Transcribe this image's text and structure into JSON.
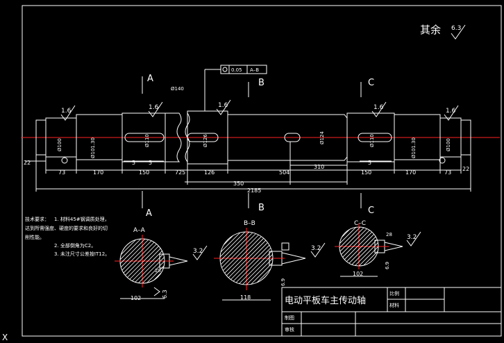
{
  "note": {
    "label": "其余",
    "roughness": "6.3"
  },
  "sections": [
    {
      "letter": "A",
      "name": "A–A"
    },
    {
      "letter": "B",
      "name": "B–B"
    },
    {
      "letter": "C",
      "name": "C–C"
    }
  ],
  "tolerance": {
    "value": "0.05",
    "datum": "A–B"
  },
  "roughness_marks": {
    "r16": "1.6",
    "r32": "3.2",
    "r63": "6.3"
  },
  "diameters": {
    "d100a": "Ø100",
    "d10130a": "Ø101.30",
    "d110a": "Ø110",
    "d140": "Ø140",
    "d126": "Ø126",
    "d124": "Ø124",
    "d110b": "Ø110",
    "d10130b": "Ø101.30",
    "d100b": "Ø100"
  },
  "dims": {
    "d22a": "22",
    "d73a": "73",
    "d170a": "170",
    "d5a": "5",
    "d5b": "5",
    "d150a": "150",
    "d725": "725",
    "d126": "126",
    "d504": "504",
    "d310": "310",
    "d5c": "5",
    "d150b": "150",
    "d170b": "170",
    "d73b": "73",
    "d22b": "22",
    "d350": "350",
    "d2185": "2185",
    "s102a": "102",
    "s118": "118",
    "s102b": "102",
    "s28a": "28",
    "s28b": "28",
    "s69": "6.9",
    "s63": "6.3"
  },
  "requirements": {
    "title": "技术要求：",
    "line1": "1. 材料45#钢调质处理，",
    "line2": "达到所需强度、硬度的要求和良好的切",
    "line3": "削性能。",
    "line4": "2. 全部倒角为C2。",
    "line5": "3. 未注尺寸公差按IT12。"
  },
  "title_block": {
    "title": "电动平板车主传动轴",
    "scale_label": "比例",
    "material_label": "材料",
    "drawn_label": "制图",
    "check_label": "审核"
  },
  "ucs": {
    "x_label": "X"
  }
}
